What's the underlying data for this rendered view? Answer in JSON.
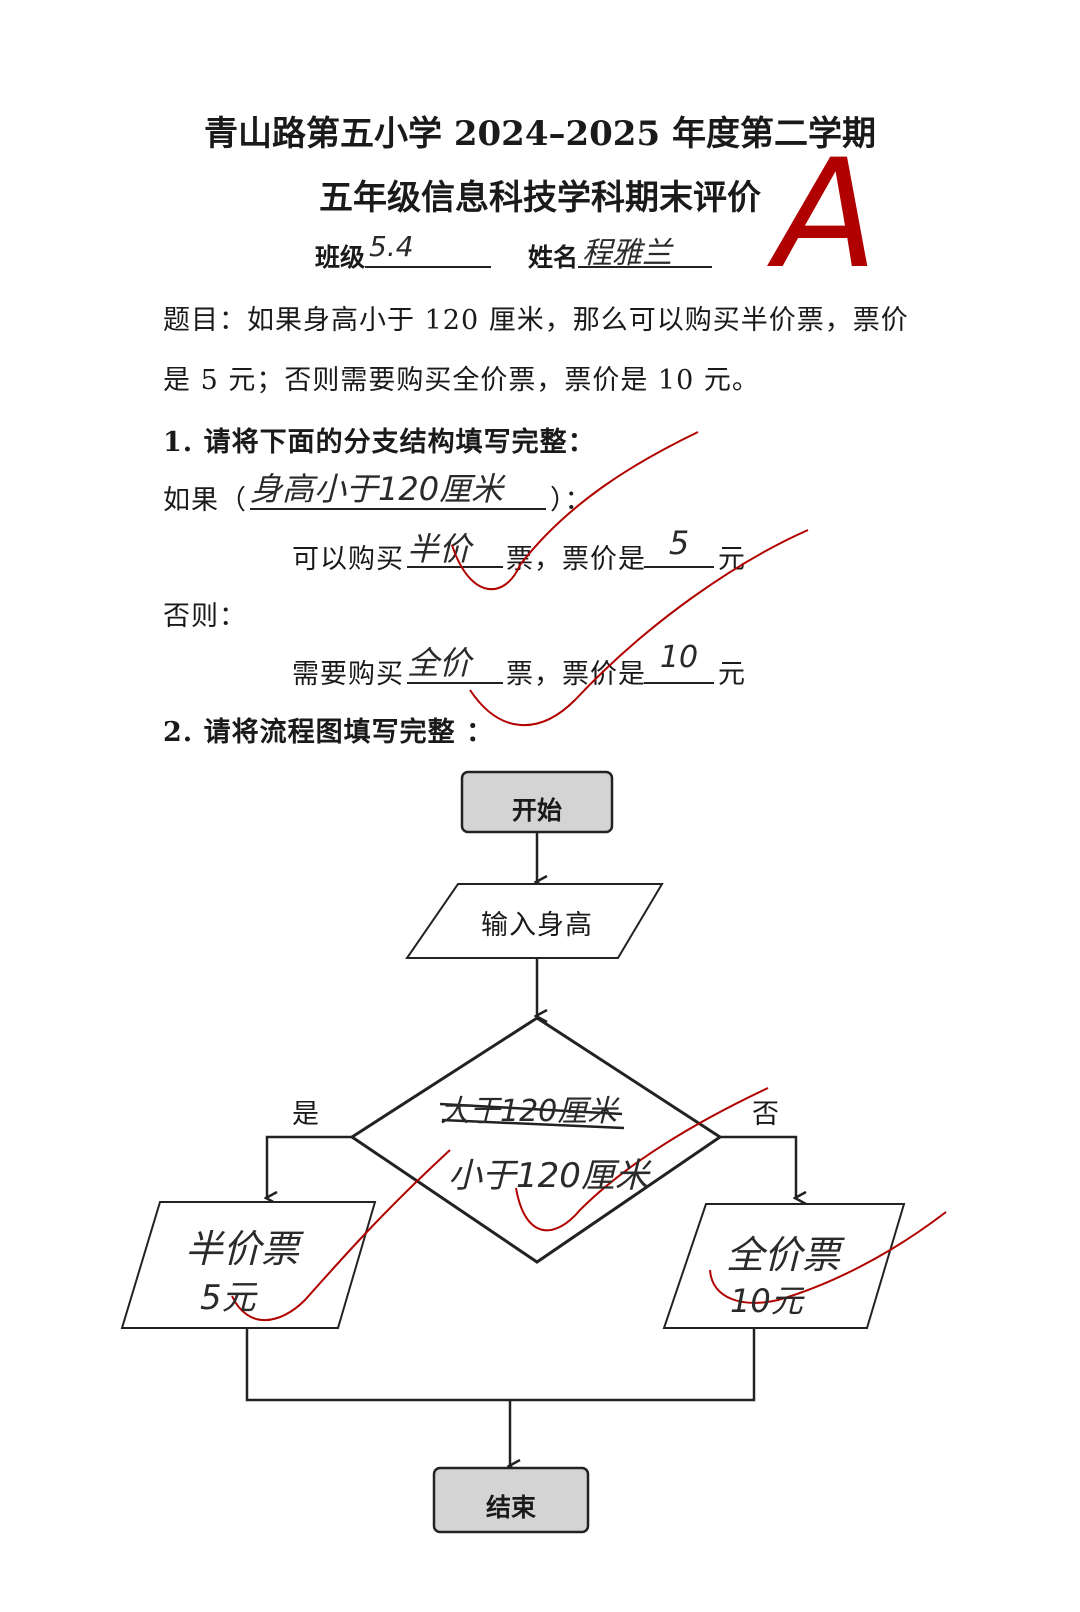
{
  "header": {
    "title_line1": "青山路第五小学 2024–2025 年度第二学期",
    "title_line2": "五年级信息科技学科期末评价",
    "class_label": "班级",
    "class_value": "5.4",
    "name_label": "姓名",
    "name_value": "程雅兰",
    "grade": "A"
  },
  "problem": {
    "line1": "题目：如果身高小于 120 厘米，那么可以购买半价票，票价",
    "line2": "是 5 元；否则需要购买全价票，票价是 10 元。"
  },
  "q1": {
    "prompt": "1. 请将下面的分支结构填写完整：",
    "if_prefix": "如果（",
    "if_answer": "身高小于120厘米",
    "if_suffix": "）：",
    "buy_prefix": "可以购买",
    "half_answer": "半价",
    "ticket_text": "票，票价是",
    "price_half": "5",
    "yuan": "元",
    "else_label": "否则：",
    "need_prefix": "需要购买",
    "full_answer": "全价",
    "price_full": "10"
  },
  "q2": {
    "prompt": "2. 请将流程图填写完整 ："
  },
  "flowchart": {
    "start": "开始",
    "input": "输入身高",
    "decision_crossed": "大于120厘米",
    "decision_answer": "小于120厘米",
    "yes": "是",
    "no": "否",
    "left_line1": "半价票",
    "left_line2": "5元",
    "right_line1": "全价票",
    "right_line2": "10元",
    "end": "结束"
  },
  "colors": {
    "ink": "#1a1a1a",
    "teacher_red": "#b00000",
    "box_gray": "#d4d4d4"
  }
}
